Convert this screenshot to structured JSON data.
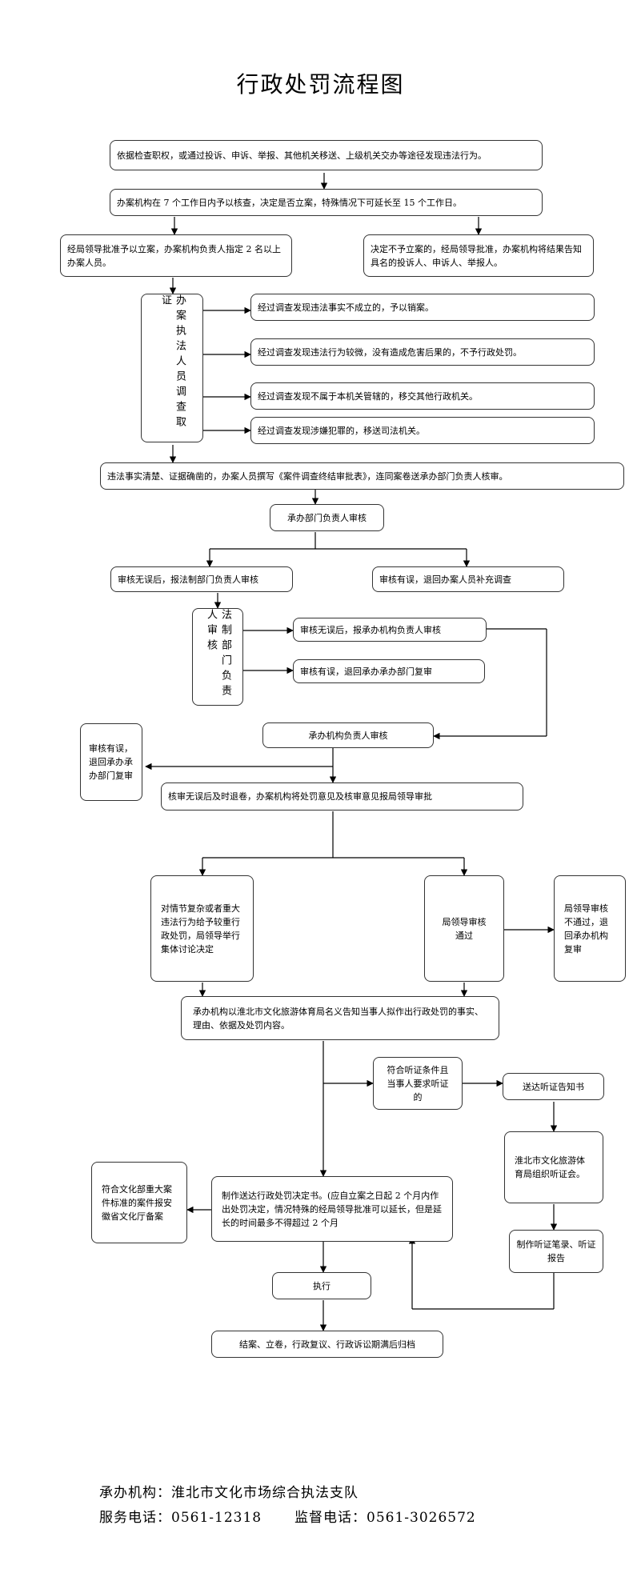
{
  "title": "行政处罚流程图",
  "steps": {
    "s1": "依据检查职权，或通过投诉、申诉、举报、其他机关移送、上级机关交办等途径发现违法行为。",
    "s2": "办案机构在 7 个工作日内予以核查，决定是否立案，特殊情况下可延长至 15 个工作日。",
    "s3a": "经局领导批准予以立案，办案机构负责人指定 2 名以上办案人员。",
    "s3b": "决定不予立案的，经局领导批准，办案机构将结果告知具名的投诉人、申诉人、举报人。",
    "investigate_left": "办案执法人员调查取证",
    "r1": "经过调查发现违法事实不成立的，予以销案。",
    "r2": "经过调查发现违法行为较微，没有造成危害后果的，不予行政处罚。",
    "r3": "经过调查发现不属于本机关管辖的，移交其他行政机关。",
    "r4": "经过调查发现涉嫌犯罪的，移送司法机关。",
    "s5": "违法事实清楚、证据确凿的，办案人员撰写《案件调查终结审批表》，连同案卷送承办部门负责人核审。",
    "s6": "承办部门负责人审核",
    "s7a": "审核无误后，报法制部门负责人审核",
    "s7b": "审核有误，退回办案人员补充调查",
    "legal_review": "法制部门负责人审核",
    "s8a": "审核无误后，报承办机构负责人审核",
    "s8b": "审核有误，退回承办承办部门复审",
    "s9": "承办机构负责人审核",
    "s10_left": "审核有误，退回承办承办部门复审",
    "s10": "核审无误后及时退卷，办案机构将处罚意见及核审意见报局领导审批",
    "s11a": "对情节复杂或者重大违法行为给予较重行政处罚，局领导举行集体讨论决定",
    "s11b": "局领导审核通过",
    "s11c": "局领导审核不通过，退回承办机构复审",
    "s12": "承办机构以淮北市文化旅游体育局名义告知当事人拟作出行政处罚的事实、理由、依据及处罚内容。",
    "s13": "符合听证条件且当事人要求听证的",
    "s13b": "送达听证告知书",
    "s14": "淮北市文化旅游体育局组织听证会。",
    "s15": "制作听证笔录、听证报告",
    "s16": "制作送达行政处罚决定书。(应自立案之日起 2 个月内作出处罚决定，情况特殊的经局领导批准可以延长，但是延长的时间最多不得超过 2 个月",
    "s16_left": "符合文化部重大案件标准的案件报安徽省文化厅备案",
    "s17": "执行",
    "s18": "结案、立卷，行政复议、行政诉讼期满后归档"
  },
  "footer": {
    "org": "承办机构：淮北市文化市场综合执法支队",
    "service_phone": "服务电话：0561-12318",
    "supervise_phone": "监督电话：0561-3026572"
  }
}
